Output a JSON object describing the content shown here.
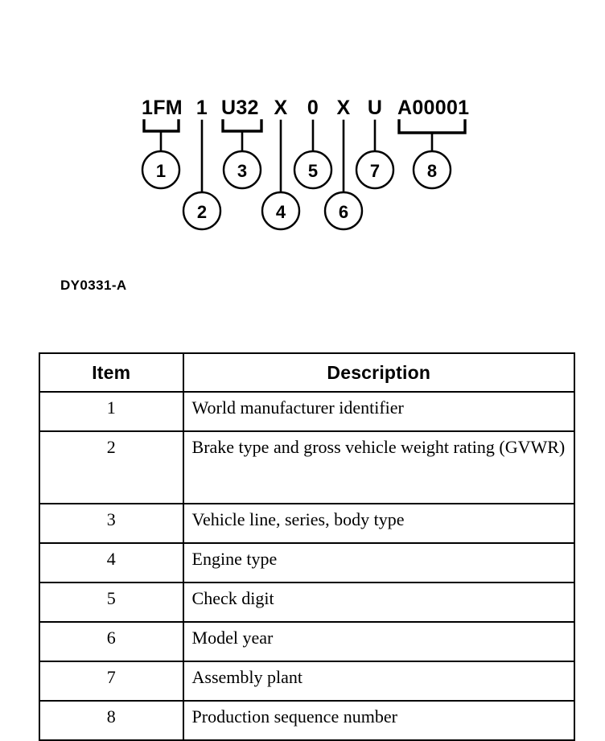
{
  "diagram": {
    "caption": "DY0331-A",
    "vin_segments": [
      {
        "text": "1FM",
        "callout": "1",
        "bracket": true,
        "row": "upper"
      },
      {
        "text": "1",
        "callout": "2",
        "bracket": false,
        "row": "lower"
      },
      {
        "text": "U32",
        "callout": "3",
        "bracket": true,
        "row": "upper"
      },
      {
        "text": "X",
        "callout": "4",
        "bracket": false,
        "row": "lower"
      },
      {
        "text": "0",
        "callout": "5",
        "bracket": false,
        "row": "upper"
      },
      {
        "text": "X",
        "callout": "6",
        "bracket": false,
        "row": "lower"
      },
      {
        "text": "U",
        "callout": "7",
        "bracket": false,
        "row": "upper"
      },
      {
        "text": "A00001",
        "callout": "8",
        "bracket": true,
        "row": "upper"
      }
    ]
  },
  "table": {
    "headers": {
      "item": "Item",
      "description": "Description"
    },
    "rows": [
      {
        "item": "1",
        "description": "World manufacturer identifier"
      },
      {
        "item": "2",
        "description": "Brake type and gross vehicle weight rating (GVWR)"
      },
      {
        "item": "3",
        "description": "Vehicle line, series, body type"
      },
      {
        "item": "4",
        "description": "Engine type"
      },
      {
        "item": "5",
        "description": "Check digit"
      },
      {
        "item": "6",
        "description": "Model year"
      },
      {
        "item": "7",
        "description": "Assembly plant"
      },
      {
        "item": "8",
        "description": "Production sequence number"
      }
    ]
  },
  "colors": {
    "ink": "#000000",
    "paper": "#ffffff"
  }
}
